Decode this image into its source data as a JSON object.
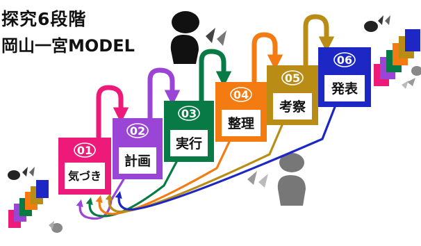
{
  "title": {
    "line1": "探究6段階",
    "line2": "岡山一宮MODEL"
  },
  "steps": [
    {
      "number": "01",
      "label": "気づき",
      "color": "#ee1a79"
    },
    {
      "number": "02",
      "label": "計画",
      "color": "#9b45d6"
    },
    {
      "number": "03",
      "label": "実行",
      "color": "#087a45"
    },
    {
      "number": "04",
      "label": "整理",
      "color": "#f47b12"
    },
    {
      "number": "05",
      "label": "考察",
      "color": "#b98c16"
    },
    {
      "number": "06",
      "label": "発表",
      "color": "#1d28c4"
    }
  ]
}
